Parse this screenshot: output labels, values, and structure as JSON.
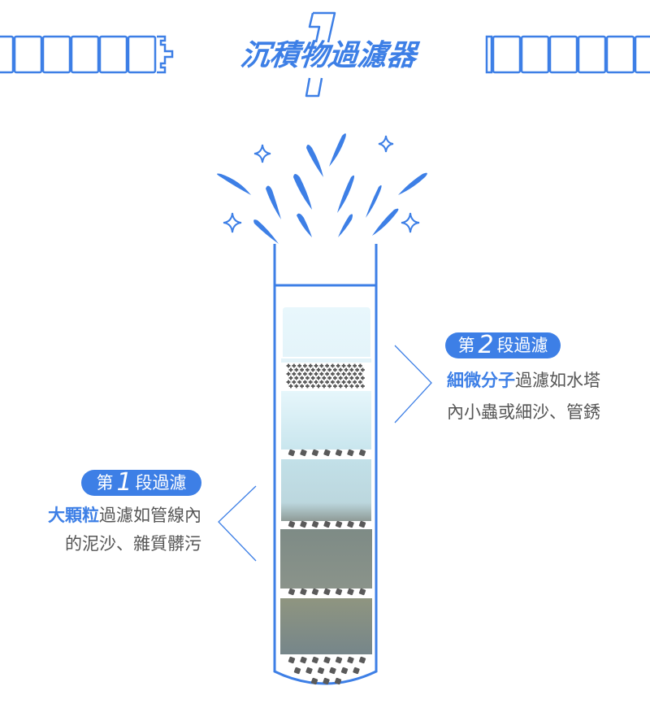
{
  "header": {
    "title": "沉積物過濾器",
    "stage_numeral": "1"
  },
  "colors": {
    "accent": "#3d7fe6",
    "text": "#555555",
    "badge_text": "#ffffff",
    "particle": "#5a5a5a"
  },
  "stage2": {
    "badge_prefix": "第",
    "badge_number": "2",
    "badge_suffix": "段過濾",
    "highlight": "細微分子",
    "line1_rest": "過濾如水塔",
    "line2": "內小蟲或細沙、管銹"
  },
  "stage1": {
    "badge_prefix": "第",
    "badge_number": "1",
    "badge_suffix": "段過濾",
    "highlight": "大顆粒",
    "line1_rest": "過濾如管線內",
    "line2": "的泥沙、雜質髒污"
  }
}
